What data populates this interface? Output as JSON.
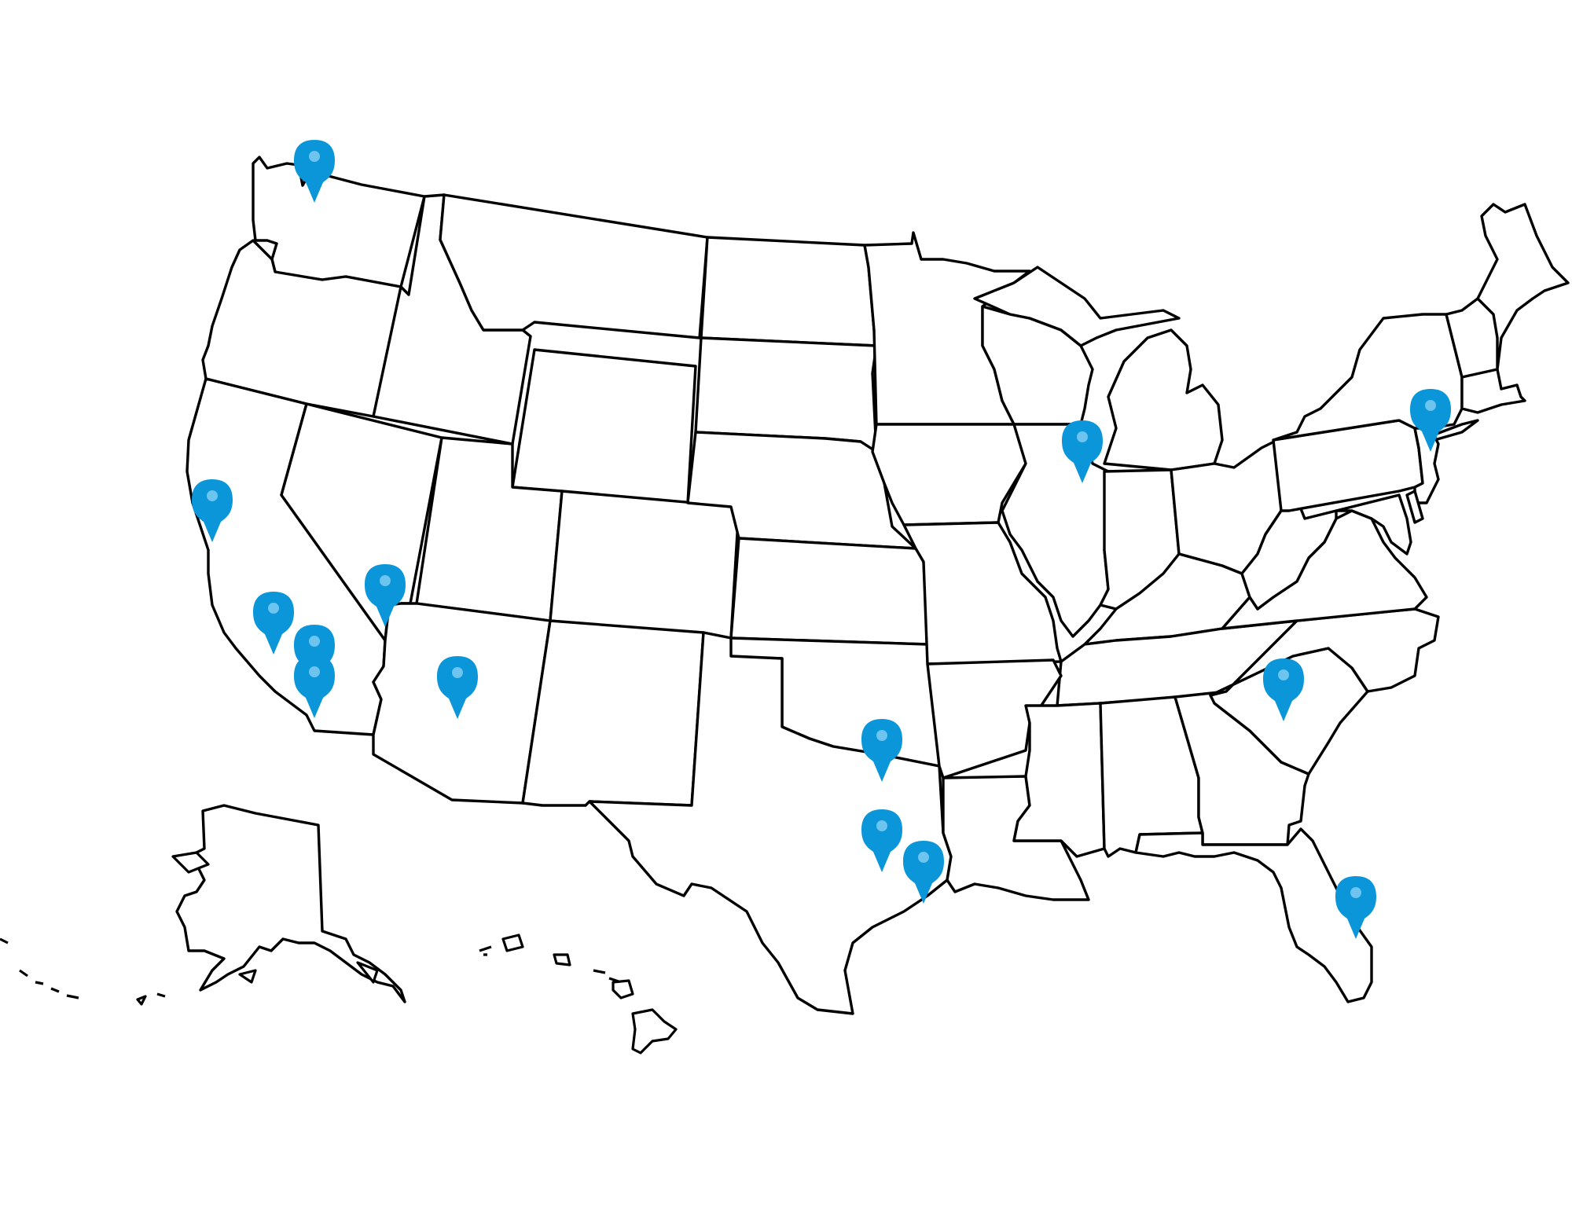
{
  "map": {
    "type": "us-states-outline",
    "background": "#ffffff",
    "stroke_color": "#000000",
    "pin_color": "#0a96d9",
    "pin_center_color": "#6cc4ef"
  },
  "pins": [
    {
      "id": "seattle"
    },
    {
      "id": "san-francisco"
    },
    {
      "id": "las-vegas"
    },
    {
      "id": "los-angeles-north"
    },
    {
      "id": "los-angeles-east"
    },
    {
      "id": "los-angeles-south"
    },
    {
      "id": "phoenix"
    },
    {
      "id": "dallas"
    },
    {
      "id": "austin"
    },
    {
      "id": "houston"
    },
    {
      "id": "chicago"
    },
    {
      "id": "new-york"
    },
    {
      "id": "charlotte"
    },
    {
      "id": "miami"
    }
  ]
}
